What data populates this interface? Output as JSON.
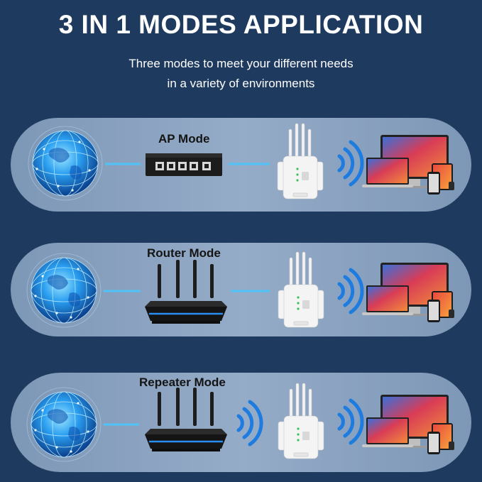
{
  "header": {
    "title": "3 IN 1 MODES APPLICATION",
    "subtitle_line1": "Three modes to meet your different needs",
    "subtitle_line2": "in a variety of environments"
  },
  "modes": [
    {
      "label": "AP Mode",
      "source_device": "switch",
      "link": "cable"
    },
    {
      "label": "Router Mode",
      "source_device": "router",
      "link": "cable"
    },
    {
      "label": "Repeater Mode",
      "source_device": "router",
      "link": "wireless"
    }
  ],
  "icons": {
    "globe": "globe-icon",
    "extender": "wifi-extender-icon",
    "signal": "wifi-signal-icon",
    "devices": "devices-icon"
  },
  "colors": {
    "background": "#1f3a5f",
    "panel": "#8fa6c2",
    "cable": "#4fc3f7",
    "signal": "#1e7be0"
  }
}
